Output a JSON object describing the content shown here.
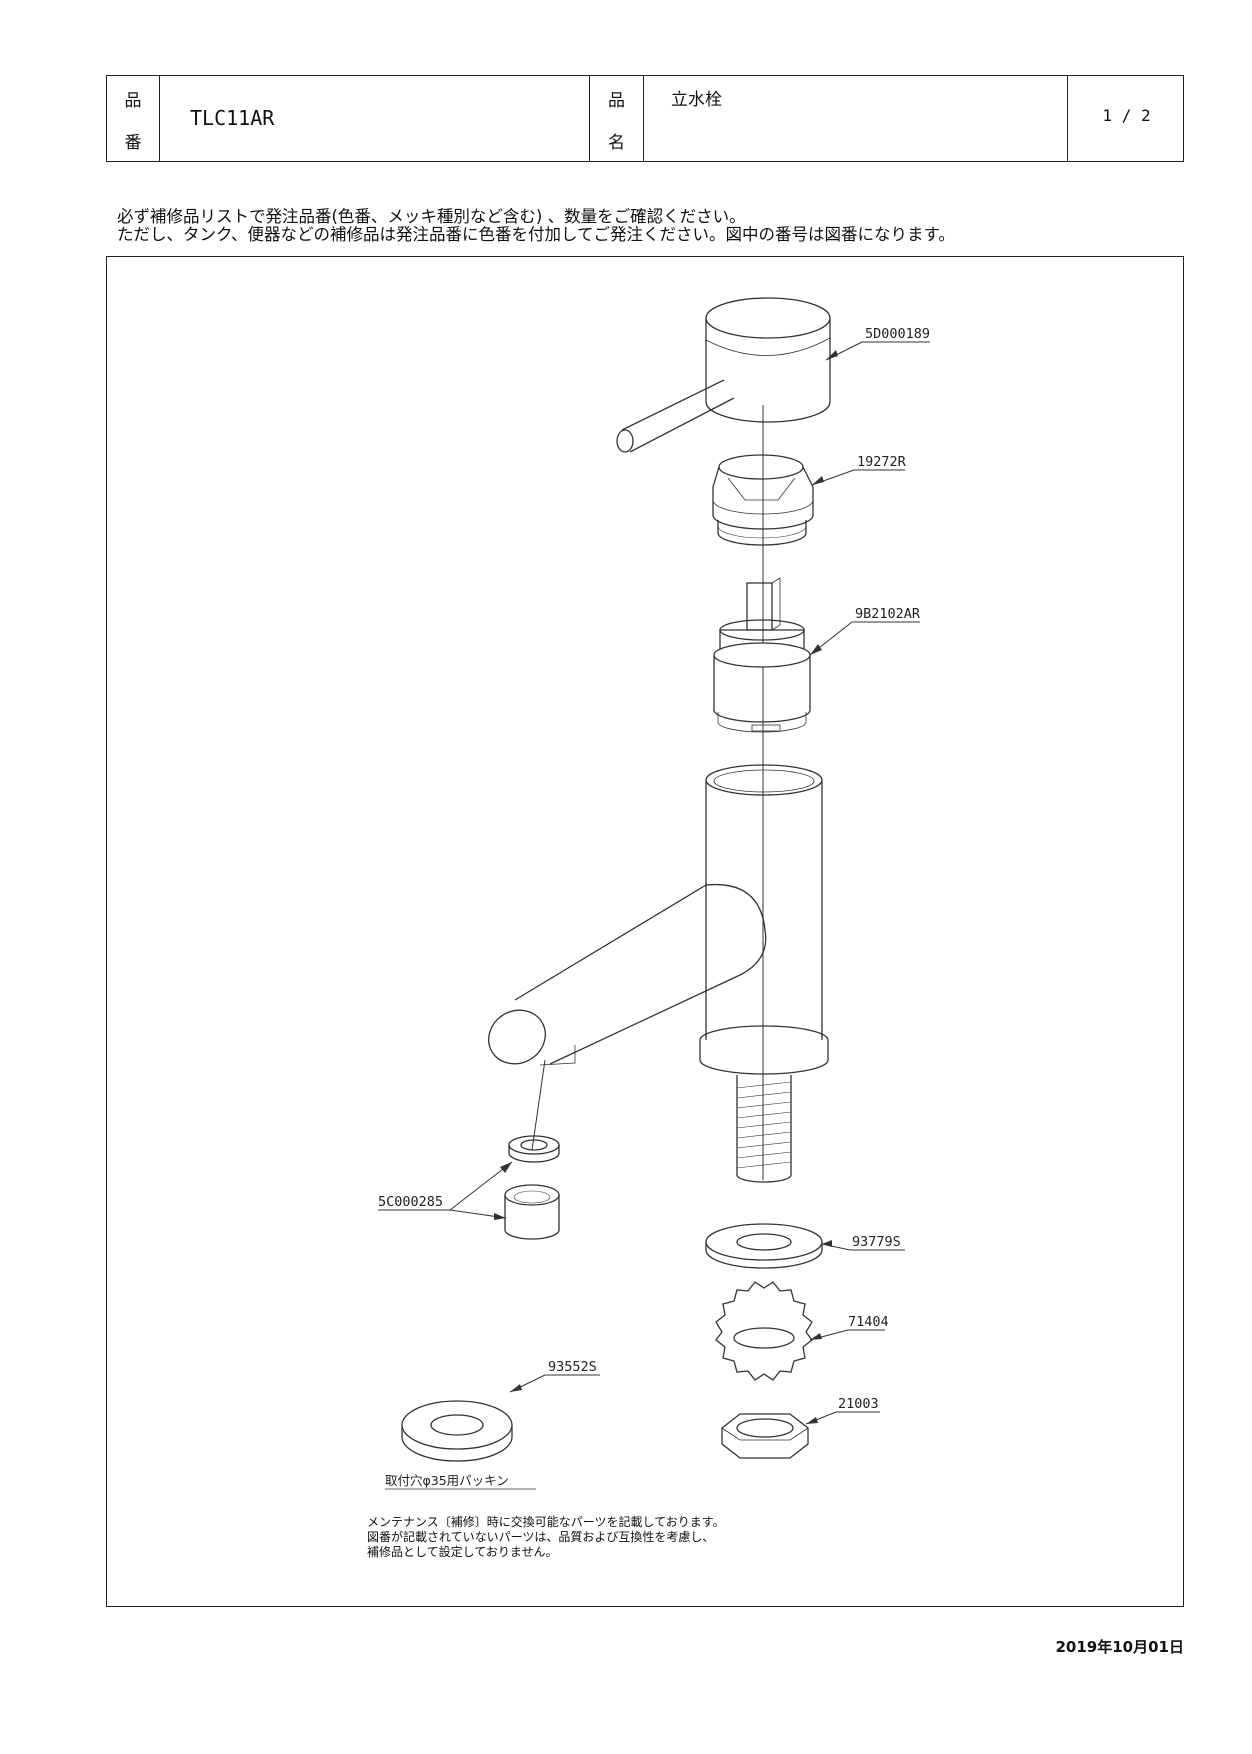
{
  "header": {
    "part_no_label_1": "品",
    "part_no_label_2": "番",
    "part_no": "TLC11AR",
    "name_label_1": "品",
    "name_label_2": "名",
    "name": "立水栓",
    "page": "1 / 2"
  },
  "notice": {
    "line1": "必ず補修品リストで発注品番(色番、メッキ種別など含む) 、数量をご確認ください。",
    "line2": "ただし、タンク、便器などの補修品は発注品番に色番を付加してご発注ください。図中の番号は図番になります。"
  },
  "parts": {
    "handle": "5D000189",
    "cap_nut": "19272R",
    "cartridge": "9B2102AR",
    "aerator": "5C000285",
    "washer": "93779S",
    "lock_washer": "71404",
    "nut": "21003",
    "packing": "93552S"
  },
  "packing_caption": "取付穴φ35用パッキン",
  "footnote": {
    "line1": "メンテナンス〔補修〕時に交換可能なパーツを記載しております。",
    "line2": "図番が記載されていないパーツは、品質および互換性を考慮し、",
    "line3": "補修品として設定しておりません。"
  },
  "date": "2019年10月01日"
}
